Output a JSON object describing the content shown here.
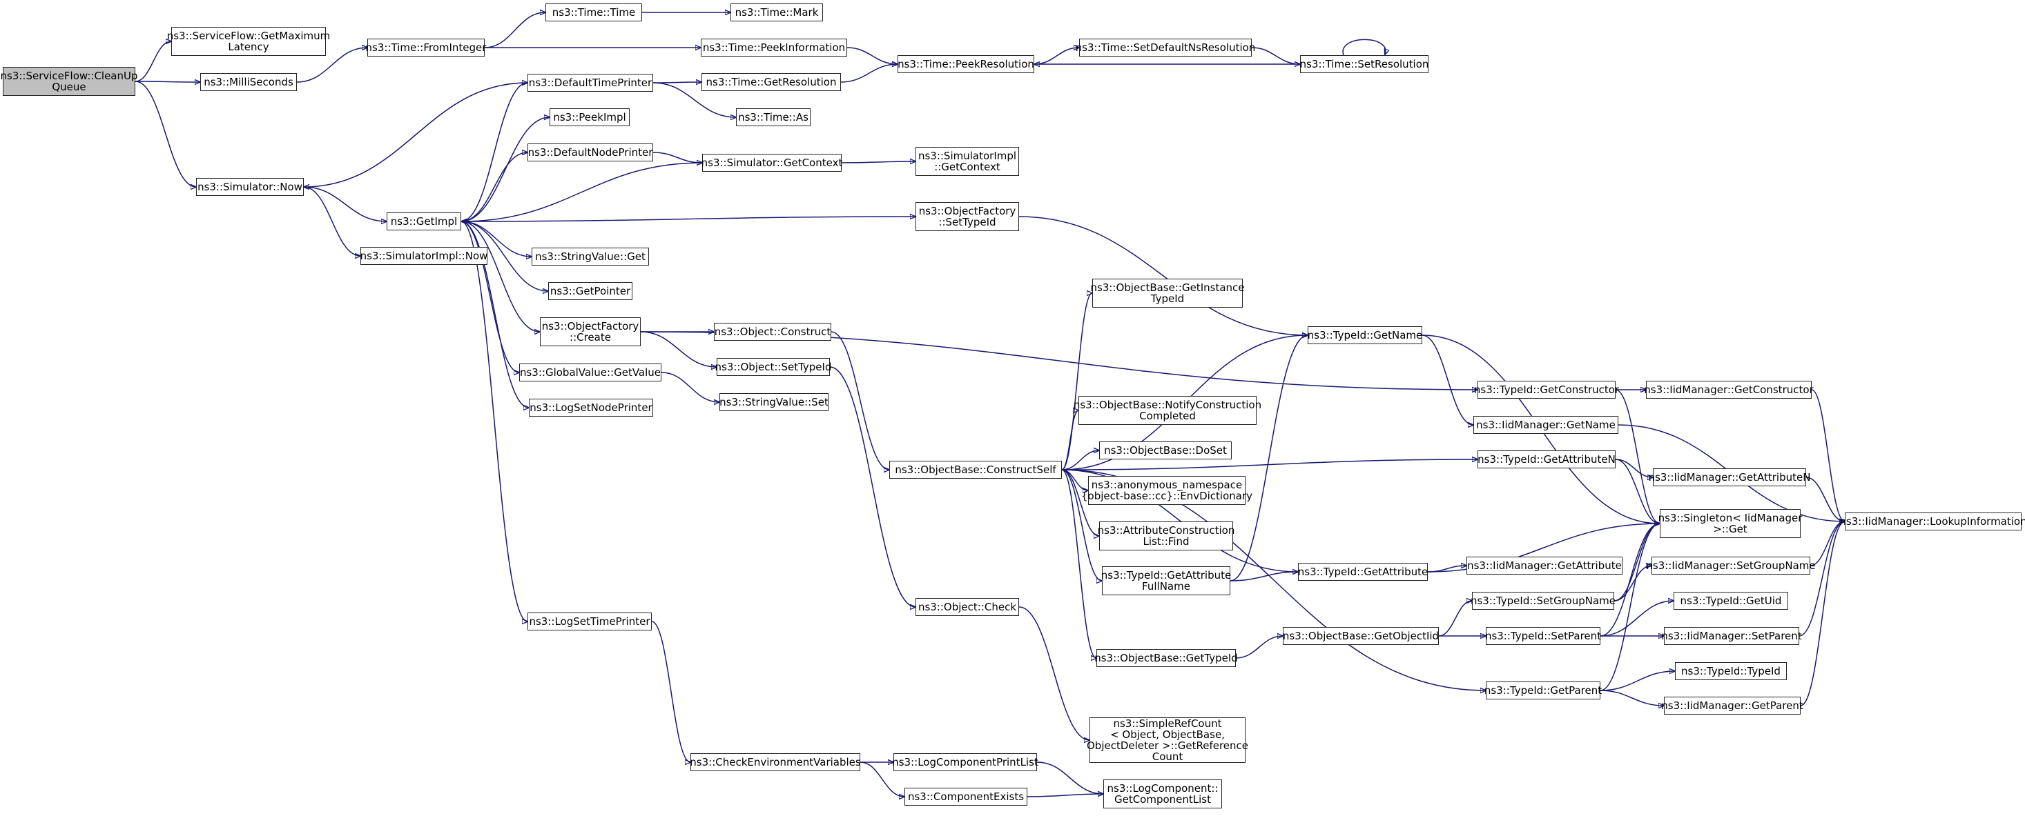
{
  "diagram": {
    "edge_color": "#191970",
    "root_fill": "#bfbfbf",
    "nodes": [
      {
        "id": "n0",
        "lines": [
          "ns3::ServiceFlow::CleanUp",
          "Queue"
        ],
        "root": true
      },
      {
        "id": "n1",
        "lines": [
          "ns3::ServiceFlow::GetMaximum",
          "Latency"
        ]
      },
      {
        "id": "n2",
        "lines": [
          "ns3::MilliSeconds"
        ]
      },
      {
        "id": "n3",
        "lines": [
          "ns3::Simulator::Now"
        ]
      },
      {
        "id": "n4",
        "lines": [
          "ns3::Time::FromInteger"
        ]
      },
      {
        "id": "n5",
        "lines": [
          "ns3::Time::Time"
        ]
      },
      {
        "id": "n6",
        "lines": [
          "ns3::Time::Mark"
        ]
      },
      {
        "id": "n7",
        "lines": [
          "ns3::Time::PeekInformation"
        ]
      },
      {
        "id": "n8",
        "lines": [
          "ns3::Time::PeekResolution"
        ]
      },
      {
        "id": "n9",
        "lines": [
          "ns3::Time::SetDefaultNsResolution"
        ]
      },
      {
        "id": "n10",
        "lines": [
          "ns3::Time::SetResolution"
        ]
      },
      {
        "id": "n11",
        "lines": [
          "ns3::DefaultTimePrinter"
        ]
      },
      {
        "id": "n12",
        "lines": [
          "ns3::Time::GetResolution"
        ]
      },
      {
        "id": "n13",
        "lines": [
          "ns3::Time::As"
        ]
      },
      {
        "id": "n14",
        "lines": [
          "ns3::PeekImpl"
        ]
      },
      {
        "id": "n15",
        "lines": [
          "ns3::DefaultNodePrinter"
        ]
      },
      {
        "id": "n16",
        "lines": [
          "ns3::Simulator::GetContext"
        ]
      },
      {
        "id": "n17",
        "lines": [
          "ns3::SimulatorImpl",
          "::GetContext"
        ]
      },
      {
        "id": "n18",
        "lines": [
          "ns3::GetImpl"
        ]
      },
      {
        "id": "n19",
        "lines": [
          "ns3::SimulatorImpl::Now"
        ]
      },
      {
        "id": "n20",
        "lines": [
          "ns3::ObjectFactory",
          "::SetTypeId"
        ]
      },
      {
        "id": "n21",
        "lines": [
          "ns3::StringValue::Get"
        ]
      },
      {
        "id": "n22",
        "lines": [
          "ns3::GetPointer"
        ]
      },
      {
        "id": "n23",
        "lines": [
          "ns3::ObjectFactory",
          "::Create"
        ]
      },
      {
        "id": "n24",
        "lines": [
          "ns3::GlobalValue::GetValue"
        ]
      },
      {
        "id": "n25",
        "lines": [
          "ns3::LogSetNodePrinter"
        ]
      },
      {
        "id": "n26",
        "lines": [
          "ns3::LogSetTimePrinter"
        ]
      },
      {
        "id": "n27",
        "lines": [
          "ns3::Object::Construct"
        ]
      },
      {
        "id": "n28",
        "lines": [
          "ns3::Object::SetTypeId"
        ]
      },
      {
        "id": "n29",
        "lines": [
          "ns3::StringValue::Set"
        ]
      },
      {
        "id": "n30",
        "lines": [
          "ns3::ObjectBase::ConstructSelf"
        ]
      },
      {
        "id": "n31",
        "lines": [
          "ns3::Object::Check"
        ]
      },
      {
        "id": "n32",
        "lines": [
          "ns3::CheckEnvironmentVariables"
        ]
      },
      {
        "id": "n33",
        "lines": [
          "ns3::LogComponentPrintList"
        ]
      },
      {
        "id": "n34",
        "lines": [
          "ns3::ComponentExists"
        ]
      },
      {
        "id": "n35",
        "lines": [
          "ns3::LogComponent::",
          "GetComponentList"
        ]
      },
      {
        "id": "n36",
        "lines": [
          "ns3::SimpleRefCount",
          "< Object, ObjectBase,",
          "ObjectDeleter >::GetReference",
          "Count"
        ]
      },
      {
        "id": "n37",
        "lines": [
          "ns3::ObjectBase::GetInstance",
          "TypeId"
        ]
      },
      {
        "id": "n38",
        "lines": [
          "ns3::ObjectBase::NotifyConstruction",
          "Completed"
        ]
      },
      {
        "id": "n39",
        "lines": [
          "ns3::ObjectBase::DoSet"
        ]
      },
      {
        "id": "n40",
        "lines": [
          "ns3::anonymous_namespace",
          "{object-base::cc}::EnvDictionary"
        ]
      },
      {
        "id": "n41",
        "lines": [
          "ns3::AttributeConstruction",
          "List::Find"
        ]
      },
      {
        "id": "n42",
        "lines": [
          "ns3::TypeId::GetAttribute",
          "FullName"
        ]
      },
      {
        "id": "n43",
        "lines": [
          "ns3::ObjectBase::GetTypeId"
        ]
      },
      {
        "id": "n44",
        "lines": [
          "ns3::TypeId::GetName"
        ]
      },
      {
        "id": "n45",
        "lines": [
          "ns3::TypeId::GetAttribute"
        ]
      },
      {
        "id": "n46",
        "lines": [
          "ns3::ObjectBase::GetObjectIid"
        ]
      },
      {
        "id": "n47",
        "lines": [
          "ns3::TypeId::GetConstructor"
        ]
      },
      {
        "id": "n48",
        "lines": [
          "ns3::IidManager::GetName"
        ]
      },
      {
        "id": "n49",
        "lines": [
          "ns3::TypeId::GetAttributeN"
        ]
      },
      {
        "id": "n50",
        "lines": [
          "ns3::IidManager::GetAttribute"
        ]
      },
      {
        "id": "n51",
        "lines": [
          "ns3::TypeId::SetGroupName"
        ]
      },
      {
        "id": "n52",
        "lines": [
          "ns3::TypeId::SetParent"
        ]
      },
      {
        "id": "n53",
        "lines": [
          "ns3::TypeId::GetParent"
        ]
      },
      {
        "id": "n54",
        "lines": [
          "ns3::IidManager::GetConstructor"
        ]
      },
      {
        "id": "n55",
        "lines": [
          "ns3::IidManager::GetAttributeN"
        ]
      },
      {
        "id": "n56",
        "lines": [
          "ns3::Singleton< IidManager",
          ">::Get"
        ]
      },
      {
        "id": "n57",
        "lines": [
          "ns3::IidManager::SetGroupName"
        ]
      },
      {
        "id": "n58",
        "lines": [
          "ns3::TypeId::GetUid"
        ]
      },
      {
        "id": "n59",
        "lines": [
          "ns3::IidManager::SetParent"
        ]
      },
      {
        "id": "n60",
        "lines": [
          "ns3::TypeId::TypeId"
        ]
      },
      {
        "id": "n61",
        "lines": [
          "ns3::IidManager::GetParent"
        ]
      },
      {
        "id": "n62",
        "lines": [
          "ns3::IidManager::LookupInformation"
        ]
      }
    ],
    "edges": [
      [
        "n0",
        "n1"
      ],
      [
        "n0",
        "n2"
      ],
      [
        "n0",
        "n3"
      ],
      [
        "n2",
        "n4"
      ],
      [
        "n4",
        "n5"
      ],
      [
        "n4",
        "n7"
      ],
      [
        "n5",
        "n6"
      ],
      [
        "n7",
        "n8"
      ],
      [
        "n8",
        "n9"
      ],
      [
        "n9",
        "n10"
      ],
      [
        "n10",
        "n8"
      ],
      [
        "n10",
        "n10"
      ],
      [
        "n3",
        "n18"
      ],
      [
        "n3",
        "n19"
      ],
      [
        "n11",
        "n3"
      ],
      [
        "n11",
        "n12"
      ],
      [
        "n11",
        "n13"
      ],
      [
        "n12",
        "n8"
      ],
      [
        "n15",
        "n16"
      ],
      [
        "n16",
        "n17"
      ],
      [
        "n16",
        "n18"
      ],
      [
        "n18",
        "n11"
      ],
      [
        "n18",
        "n14"
      ],
      [
        "n18",
        "n15"
      ],
      [
        "n18",
        "n20"
      ],
      [
        "n18",
        "n21"
      ],
      [
        "n18",
        "n22"
      ],
      [
        "n18",
        "n23"
      ],
      [
        "n18",
        "n24"
      ],
      [
        "n18",
        "n25"
      ],
      [
        "n18",
        "n26"
      ],
      [
        "n20",
        "n44"
      ],
      [
        "n23",
        "n27"
      ],
      [
        "n23",
        "n28"
      ],
      [
        "n23",
        "n47"
      ],
      [
        "n24",
        "n29"
      ],
      [
        "n27",
        "n30"
      ],
      [
        "n28",
        "n31"
      ],
      [
        "n30",
        "n37"
      ],
      [
        "n30",
        "n44"
      ],
      [
        "n30",
        "n38"
      ],
      [
        "n30",
        "n39"
      ],
      [
        "n30",
        "n40"
      ],
      [
        "n30",
        "n41"
      ],
      [
        "n30",
        "n42"
      ],
      [
        "n30",
        "n43"
      ],
      [
        "n30",
        "n45"
      ],
      [
        "n30",
        "n49"
      ],
      [
        "n30",
        "n53"
      ],
      [
        "n31",
        "n36"
      ],
      [
        "n26",
        "n32"
      ],
      [
        "n32",
        "n33"
      ],
      [
        "n32",
        "n34"
      ],
      [
        "n33",
        "n35"
      ],
      [
        "n34",
        "n35"
      ],
      [
        "n42",
        "n44"
      ],
      [
        "n42",
        "n45"
      ],
      [
        "n43",
        "n46"
      ],
      [
        "n46",
        "n51"
      ],
      [
        "n46",
        "n52"
      ],
      [
        "n44",
        "n48"
      ],
      [
        "n44",
        "n56"
      ],
      [
        "n45",
        "n50"
      ],
      [
        "n45",
        "n56"
      ],
      [
        "n47",
        "n54"
      ],
      [
        "n47",
        "n56"
      ],
      [
        "n48",
        "n62"
      ],
      [
        "n49",
        "n55"
      ],
      [
        "n49",
        "n56"
      ],
      [
        "n51",
        "n57"
      ],
      [
        "n51",
        "n56"
      ],
      [
        "n52",
        "n58"
      ],
      [
        "n52",
        "n59"
      ],
      [
        "n52",
        "n56"
      ],
      [
        "n53",
        "n60"
      ],
      [
        "n53",
        "n61"
      ],
      [
        "n53",
        "n56"
      ],
      [
        "n54",
        "n62"
      ],
      [
        "n55",
        "n62"
      ],
      [
        "n57",
        "n62"
      ],
      [
        "n59",
        "n62"
      ],
      [
        "n61",
        "n62"
      ]
    ]
  }
}
